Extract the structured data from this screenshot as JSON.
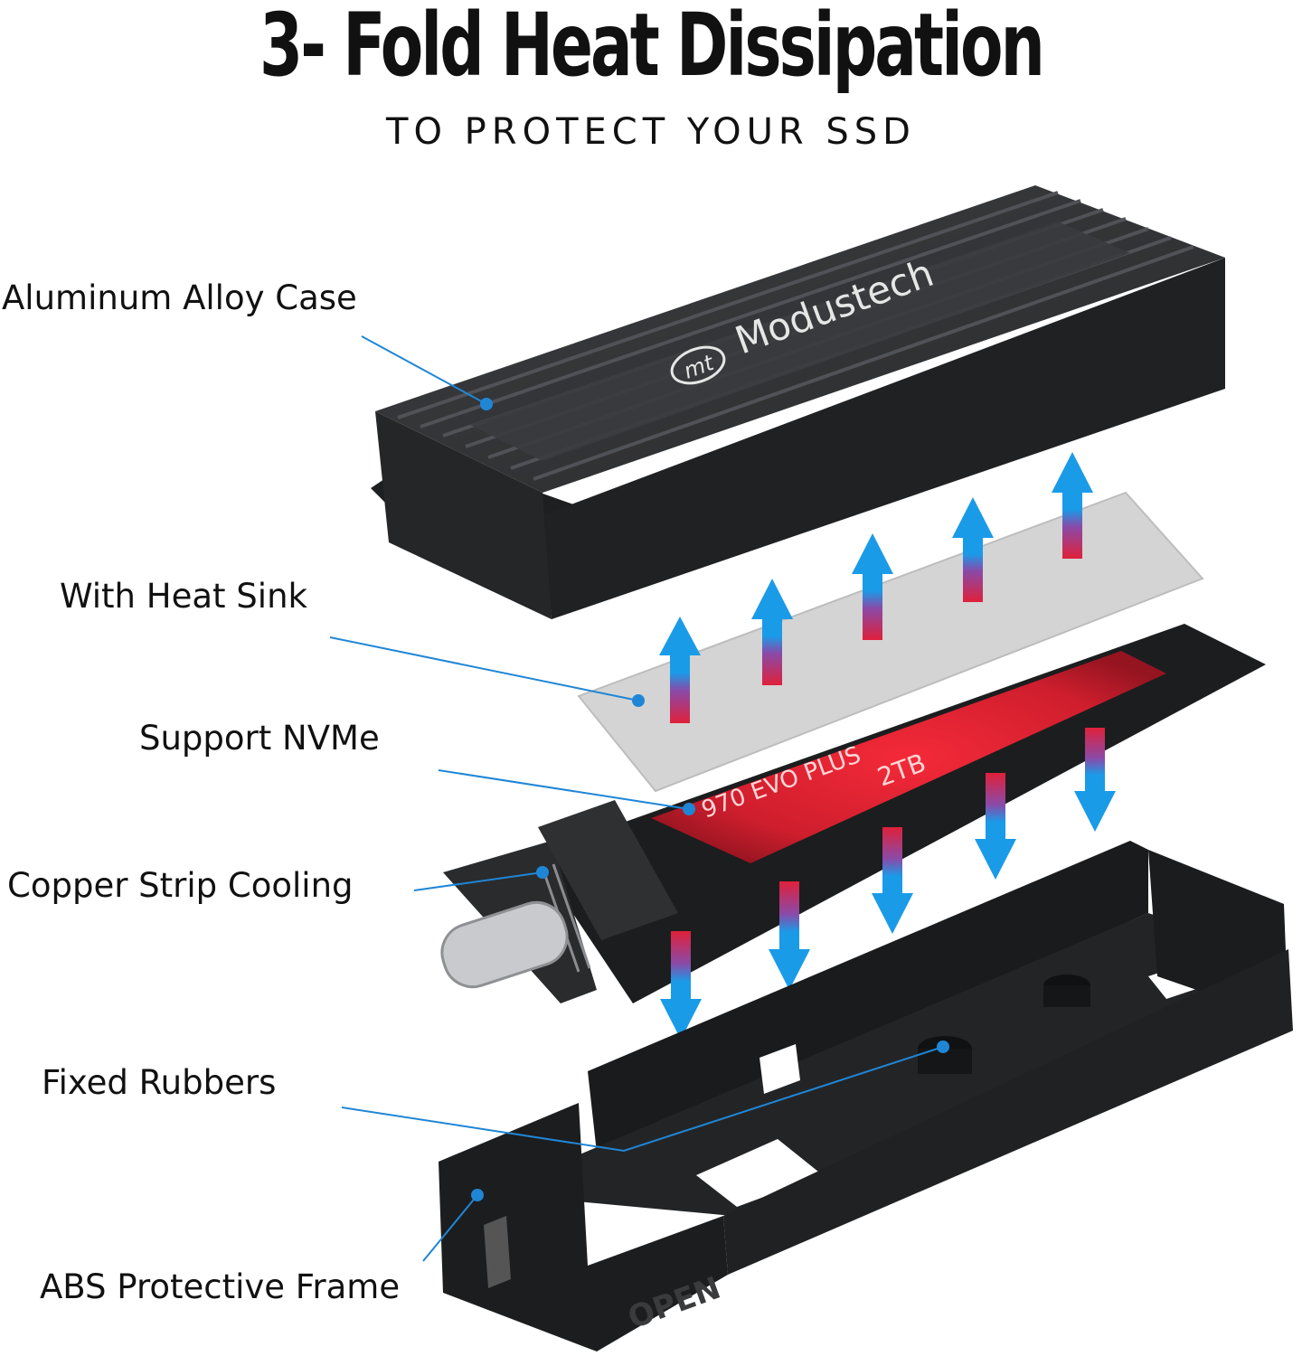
{
  "header": {
    "title": "3- Fold Heat Dissipation",
    "subtitle": "TO PROTECT YOUR SSD"
  },
  "callouts": [
    {
      "label": "Aluminum Alloy Case"
    },
    {
      "label": "With Heat Sink"
    },
    {
      "label": "Support NVMe"
    },
    {
      "label": "Copper Strip Cooling"
    },
    {
      "label": "Fixed Rubbers"
    },
    {
      "label": "ABS Protective Frame"
    }
  ],
  "product": {
    "brand": "Modustech",
    "logo": "mt",
    "ssd_model": "970 EVO PLUS",
    "ssd_capacity": "2TB",
    "frame_marking": "OPEN"
  },
  "colors": {
    "leader_line": "#1f86d6",
    "arrow_blue": "#1a9be8",
    "arrow_red": "#e0203a",
    "case": "#2b2c2e",
    "pad": "#d4d4d4"
  }
}
